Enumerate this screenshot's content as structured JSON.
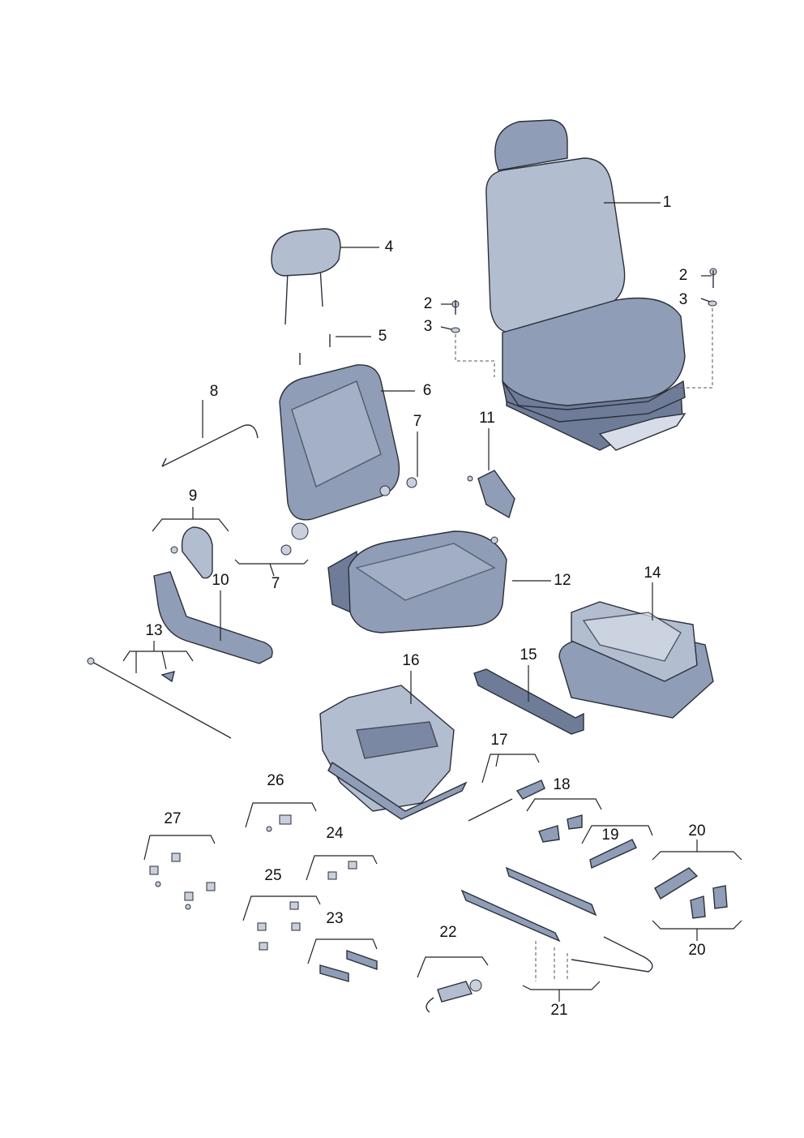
{
  "diagram": {
    "callouts": [
      "1",
      "2",
      "3",
      "2",
      "3",
      "4",
      "5",
      "6",
      "7",
      "8",
      "9",
      "7",
      "10",
      "11",
      "12",
      "13",
      "14",
      "15",
      "16",
      "17",
      "18",
      "19",
      "20",
      "20",
      "21",
      "22",
      "23",
      "24",
      "25",
      "26",
      "27"
    ],
    "colors": {
      "part_fill": "#8f9db7",
      "part_light": "#b3bdd0",
      "part_dark": "#6e7c98",
      "line": "#2a2f3a"
    }
  }
}
